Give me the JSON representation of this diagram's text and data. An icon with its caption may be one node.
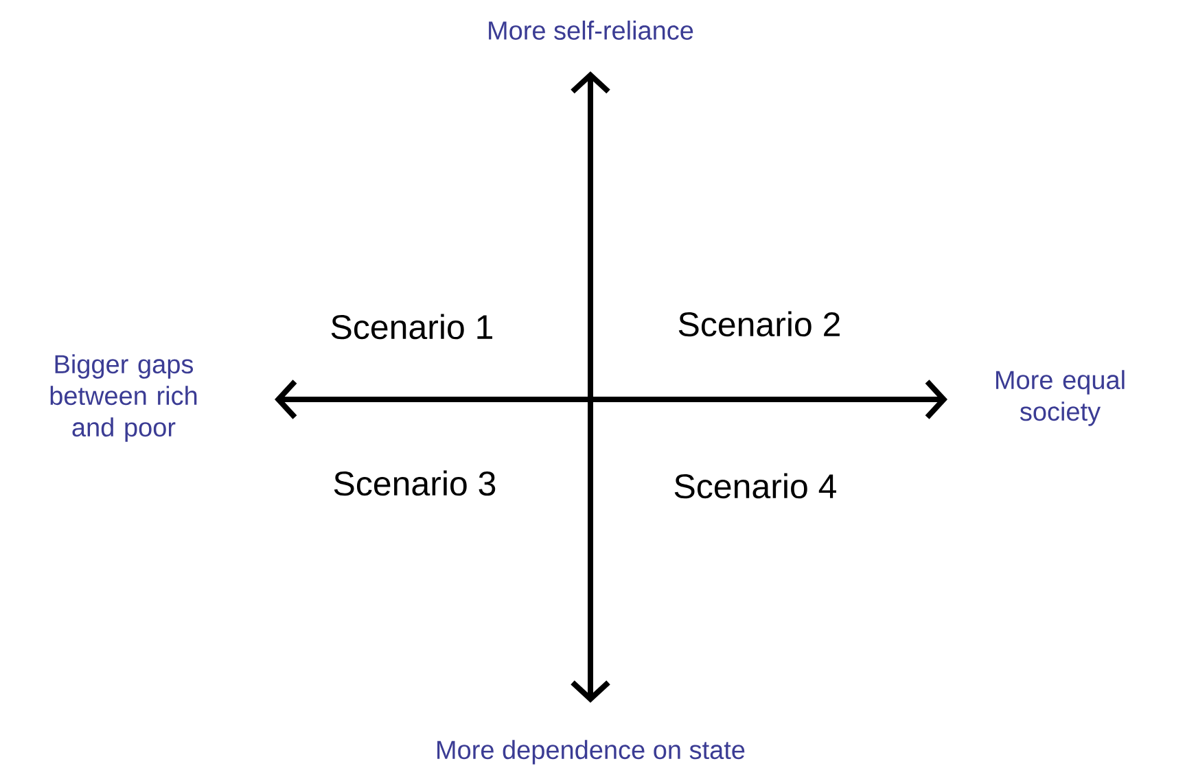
{
  "diagram": {
    "labels": [
      "More self-reliance",
      "Scenario 1",
      "Scenario 2",
      "Bigger gaps between rich and poor",
      "More equal society",
      "Scenario 3",
      "Scenario 4",
      "More dependence on state"
    ]
  }
}
